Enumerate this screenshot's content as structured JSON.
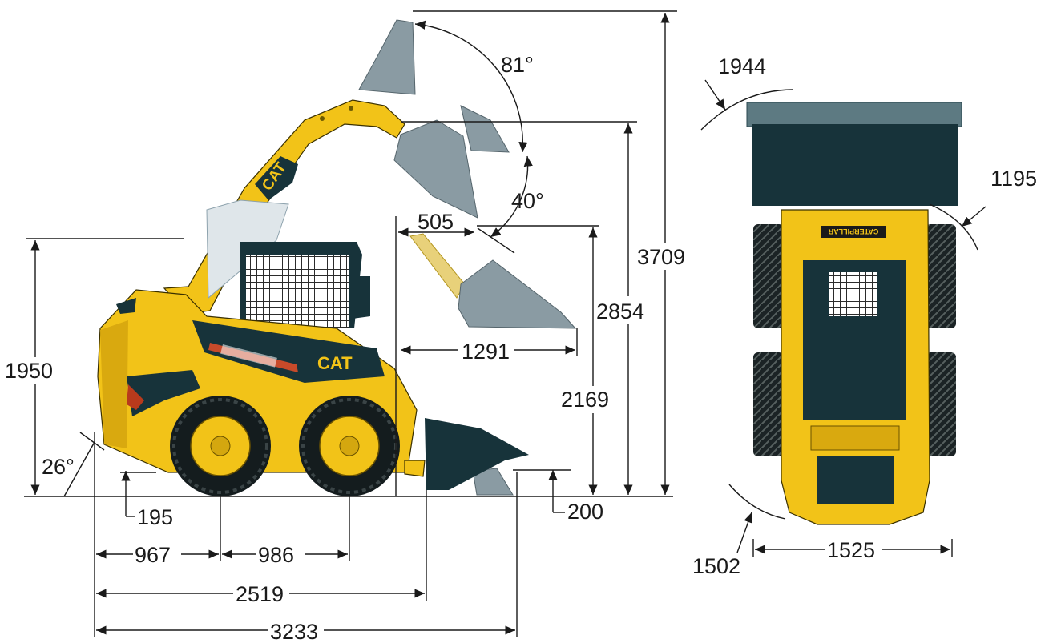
{
  "brand": {
    "logo_text": "CAT",
    "topview_logo_text": "CATERPILLAR"
  },
  "colors": {
    "body": "#f2c318",
    "dark": "#17333a",
    "bucket_ghost": "#8a9ba3",
    "line": "#1a1a1a"
  },
  "dimensions": {
    "angle_dump": "81°",
    "angle_rollback": "40°",
    "angle_departure": "26°",
    "dump_reach": "505",
    "bucket_reach_ground": "1291",
    "height_to_top": "3709",
    "hinge_pin_height": "2854",
    "dump_clearance": "2169",
    "cab_height": "1950",
    "ground_clearance": "195",
    "dig_depth": "200",
    "rear_overhang": "967",
    "wheelbase": "986",
    "length_without_bucket": "2519",
    "length_with_bucket": "3233",
    "turning_circle_front": "1944",
    "turning_circle_bucket": "1195",
    "turning_circle_rear": "1502",
    "bucket_width": "1525"
  }
}
